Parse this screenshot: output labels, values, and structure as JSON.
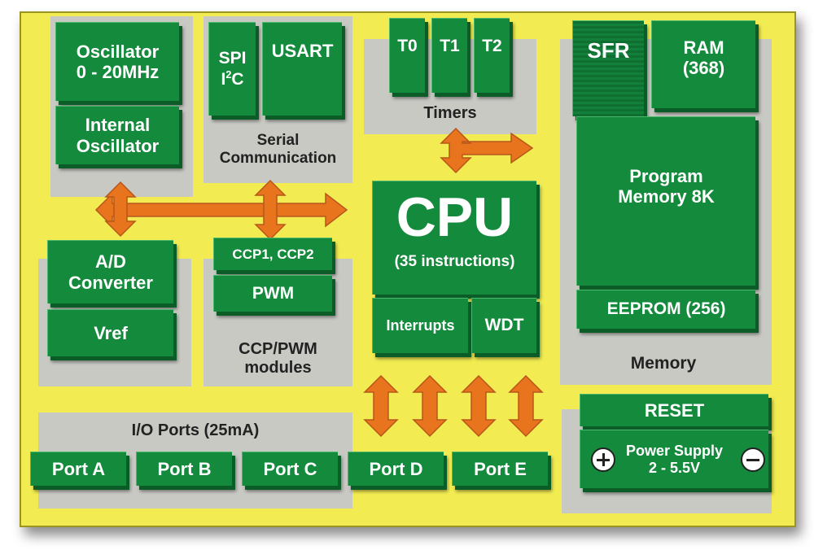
{
  "blocks": {
    "oscillator": "Oscillator\n0 - 20MHz",
    "internal_oscillator": "Internal\nOscillator",
    "spi": "SPI",
    "i2c_prefix": "I",
    "i2c_sup": "2",
    "i2c_suffix": "C",
    "usart": "USART",
    "t0": "T0",
    "t1": "T1",
    "t2": "T2",
    "sfr": "SFR",
    "ram": "RAM\n(368)",
    "cpu": "CPU",
    "cpu_sub": "(35 instructions)",
    "interrupts": "Interrupts",
    "wdt": "WDT",
    "program_memory": "Program\nMemory 8K",
    "eeprom": "EEPROM (256)",
    "ad_converter": "A/D\nConverter",
    "vref": "Vref",
    "ccp": "CCP1, CCP2",
    "pwm": "PWM",
    "reset": "RESET",
    "power_supply": "Power Supply\n2 - 5.5V",
    "ports": [
      "Port A",
      "Port B",
      "Port C",
      "Port D",
      "Port E"
    ]
  },
  "labels": {
    "serial": "Serial\nCommunication",
    "timers": "Timers",
    "ccp_pwm": "CCP/PWM\nmodules",
    "memory": "Memory",
    "io_ports": "I/O Ports (25mA)"
  },
  "colors": {
    "board": "#f2ec52",
    "block": "#148a3c",
    "panel": "#c9c9c4",
    "arrow": "#e8741e"
  },
  "icons": [
    "plus-icon",
    "minus-icon",
    "double-arrow-icon"
  ]
}
